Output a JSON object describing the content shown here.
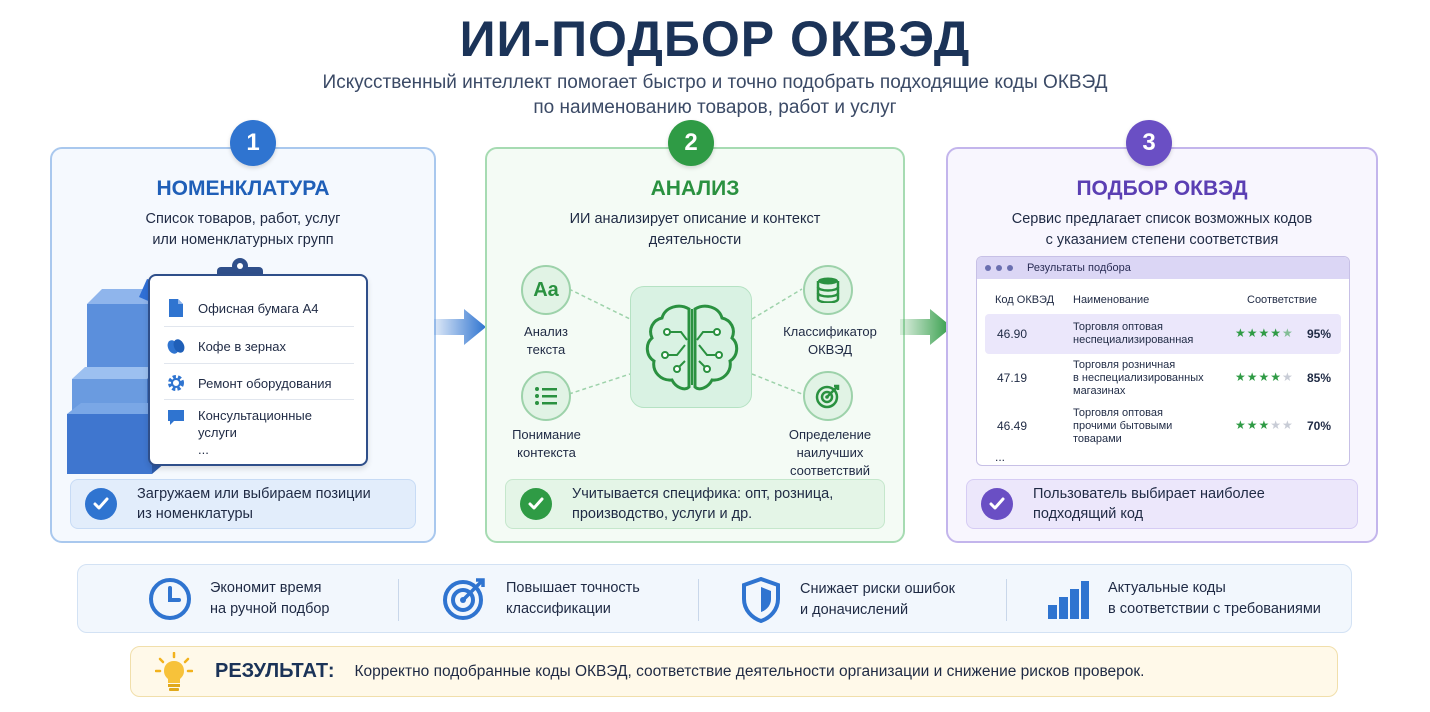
{
  "header": {
    "title": "ИИ-ПОДБОР ОКВЭД",
    "subtitle_line1": "Искусственный интеллект помогает быстро и точно подобрать подходящие коды ОКВЭД",
    "subtitle_line2": "по наименованию товаров, работ и услуг"
  },
  "steps": [
    {
      "number": "1",
      "title": "НОМЕНКЛАТУРА",
      "desc_line1": "Список товаров, работ, услуг",
      "desc_line2": "или номенклатурных групп",
      "items": [
        "Офисная бумага А4",
        "Кофе в зернах",
        "Ремонт оборудования",
        "Консультационные",
        "услуги",
        "..."
      ],
      "note_line1": "Загружаем или выбираем позиции",
      "note_line2": "из номенклатуры",
      "accent": "#2f74d0"
    },
    {
      "number": "2",
      "title": "АНАЛИЗ",
      "desc_line1": "ИИ анализирует описание и контекст",
      "desc_line2": "деятельности",
      "features": {
        "text_analysis": [
          "Анализ",
          "текста"
        ],
        "context": [
          "Понимание",
          "контекста"
        ],
        "classifier": [
          "Классификатор",
          "ОКВЭД"
        ],
        "best_match": [
          "Определение",
          "наилучших",
          "соответствий"
        ],
        "text_icon_label": "Aa"
      },
      "note_line1": "Учитывается специфика: опт, розница,",
      "note_line2": "производство, услуги и др.",
      "accent": "#2f9b45"
    },
    {
      "number": "3",
      "title": "ПОДБОР ОКВЭД",
      "desc_line1": "Сервис предлагает список возможных кодов",
      "desc_line2": "с указанием степени соответствия",
      "window_title": "Результаты подбора",
      "columns": [
        "Код ОКВЭД",
        "Наименование",
        "Соответствие"
      ],
      "rows": [
        {
          "code": "46.90",
          "name": [
            "Торговля оптовая",
            "неспециализированная"
          ],
          "stars": 4.5,
          "pct": "95%"
        },
        {
          "code": "47.19",
          "name": [
            "Торговля розничная",
            "в неспециализированных",
            "магазинах"
          ],
          "stars": 4,
          "pct": "85%"
        },
        {
          "code": "46.49",
          "name": [
            "Торговля оптовая",
            "прочими бытовыми",
            "товарами"
          ],
          "stars": 3,
          "pct": "70%"
        }
      ],
      "ellipsis": "...",
      "note_line1": "Пользователь выбирает наиболее",
      "note_line2": "подходящий код",
      "accent": "#6a4fc4"
    }
  ],
  "benefits": [
    {
      "icon": "clock-icon",
      "line1": "Экономит время",
      "line2": "на ручной подбор"
    },
    {
      "icon": "target-icon",
      "line1": "Повышает точность",
      "line2": "классификации"
    },
    {
      "icon": "shield-icon",
      "line1": "Снижает риски ошибок",
      "line2": "и доначислений"
    },
    {
      "icon": "bar-chart-icon",
      "line1": "Актуальные коды",
      "line2": "в соответствии с требованиями"
    }
  ],
  "result": {
    "label": "РЕЗУЛЬТАТ:",
    "text": "Корректно подобранные коды ОКВЭД, соответствие деятельности организации и снижение рисков проверок."
  }
}
